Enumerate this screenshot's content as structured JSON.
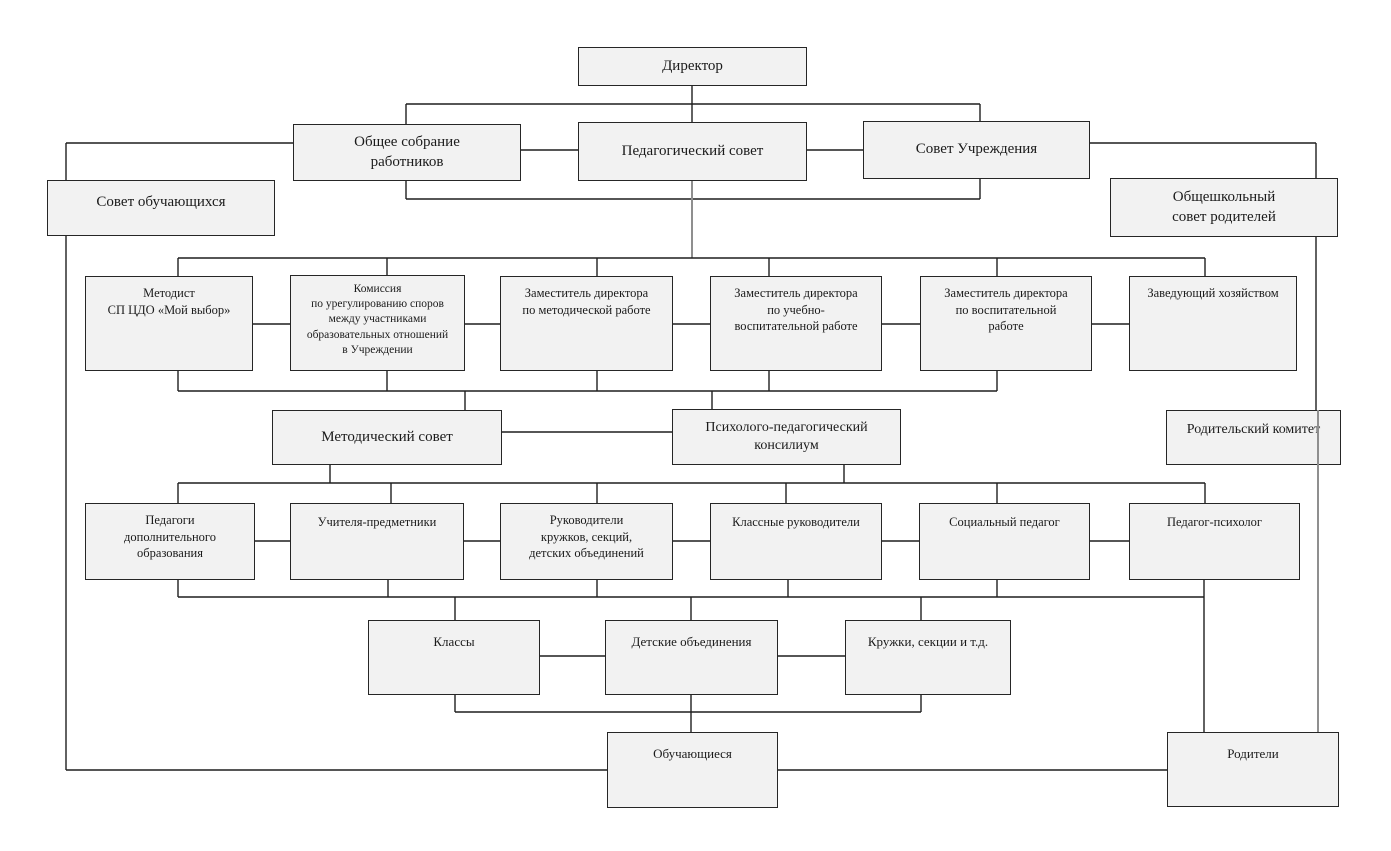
{
  "title": "Схема структуры управления образовательным учреждением",
  "colors": {
    "background": "#ffffff",
    "box_fill": "#f2f2f2",
    "box_border": "#262626",
    "line": "#1f1f1f",
    "line_gray": "#8f8f8f"
  },
  "nodes": {
    "director": {
      "label": "Директор"
    },
    "general_meeting": {
      "label": "Общее собрание\nработников"
    },
    "pedagogical_council": {
      "label": "Педагогический совет"
    },
    "institution_council": {
      "label": "Совет Учреждения"
    },
    "students_council": {
      "label": "Совет обучающихся"
    },
    "school_parents_council": {
      "label": "Общешкольный\nсовет родителей"
    },
    "methodist": {
      "label": "Методист\nСП ЦДО «Мой выбор»"
    },
    "dispute_commission": {
      "label": "Комиссия\nпо урегулированию споров\nмежду участниками\nобразовательных отношений\nв Учреждении"
    },
    "deputy_methodical": {
      "label": "Заместитель директора\nпо методической работе"
    },
    "deputy_academic": {
      "label": "Заместитель директора\nпо учебно-\nвоспитательной работе"
    },
    "deputy_educational": {
      "label": "Заместитель директора\nпо воспитательной\nработе"
    },
    "facilities_manager": {
      "label": "Заведующий хозяйством"
    },
    "methodical_council": {
      "label": "Методический совет"
    },
    "psych_ped_consilium": {
      "label": "Психолого-педагогический\nконсилиум"
    },
    "parent_committee": {
      "label": "Родительский комитет"
    },
    "extra_education_teachers": {
      "label": "Педагоги\nдополнительного\nобразования"
    },
    "subject_teachers": {
      "label": "Учителя-предметники"
    },
    "club_leaders": {
      "label": "Руководители\nкружков, секций,\nдетских объединений"
    },
    "class_teachers": {
      "label": "Классные руководители"
    },
    "social_pedagogue": {
      "label": "Социальный педагог"
    },
    "pedagogue_psychologist": {
      "label": "Педагог-психолог"
    },
    "classes": {
      "label": "Классы"
    },
    "children_associations": {
      "label": "Детские объединения"
    },
    "clubs_sections": {
      "label": "Кружки, секции и т.д."
    },
    "students": {
      "label": "Обучающиеся"
    },
    "parents": {
      "label": "Родители"
    }
  },
  "edges": [
    [
      "director",
      "general_meeting"
    ],
    [
      "director",
      "pedagogical_council"
    ],
    [
      "director",
      "institution_council"
    ],
    [
      "general_meeting",
      "pedagogical_council"
    ],
    [
      "pedagogical_council",
      "institution_council"
    ],
    [
      "general_meeting",
      "students_council"
    ],
    [
      "institution_council",
      "school_parents_council"
    ],
    [
      "pedagogical_council",
      "methodist"
    ],
    [
      "pedagogical_council",
      "dispute_commission"
    ],
    [
      "pedagogical_council",
      "deputy_methodical"
    ],
    [
      "pedagogical_council",
      "deputy_academic"
    ],
    [
      "pedagogical_council",
      "deputy_educational"
    ],
    [
      "pedagogical_council",
      "facilities_manager"
    ],
    [
      "methodist",
      "dispute_commission"
    ],
    [
      "dispute_commission",
      "deputy_methodical"
    ],
    [
      "deputy_methodical",
      "deputy_academic"
    ],
    [
      "deputy_academic",
      "deputy_educational"
    ],
    [
      "deputy_educational",
      "facilities_manager"
    ],
    [
      "methodist",
      "methodical_council"
    ],
    [
      "dispute_commission",
      "methodical_council"
    ],
    [
      "deputy_methodical",
      "methodical_council"
    ],
    [
      "deputy_academic",
      "psych_ped_consilium"
    ],
    [
      "deputy_educational",
      "psych_ped_consilium"
    ],
    [
      "methodical_council",
      "psych_ped_consilium"
    ],
    [
      "school_parents_council",
      "parent_committee"
    ],
    [
      "methodical_council",
      "extra_education_teachers"
    ],
    [
      "methodical_council",
      "subject_teachers"
    ],
    [
      "methodical_council",
      "club_leaders"
    ],
    [
      "psych_ped_consilium",
      "class_teachers"
    ],
    [
      "psych_ped_consilium",
      "social_pedagogue"
    ],
    [
      "psych_ped_consilium",
      "pedagogue_psychologist"
    ],
    [
      "extra_education_teachers",
      "subject_teachers"
    ],
    [
      "subject_teachers",
      "club_leaders"
    ],
    [
      "club_leaders",
      "class_teachers"
    ],
    [
      "class_teachers",
      "social_pedagogue"
    ],
    [
      "social_pedagogue",
      "pedagogue_psychologist"
    ],
    [
      "subject_teachers",
      "classes"
    ],
    [
      "class_teachers",
      "classes"
    ],
    [
      "club_leaders",
      "children_associations"
    ],
    [
      "social_pedagogue",
      "clubs_sections"
    ],
    [
      "pedagogue_psychologist",
      "parents"
    ],
    [
      "classes",
      "children_associations"
    ],
    [
      "children_associations",
      "clubs_sections"
    ],
    [
      "classes",
      "students"
    ],
    [
      "children_associations",
      "students"
    ],
    [
      "clubs_sections",
      "students"
    ],
    [
      "students_council",
      "students"
    ],
    [
      "students",
      "parents"
    ],
    [
      "parent_committee",
      "parents"
    ]
  ]
}
